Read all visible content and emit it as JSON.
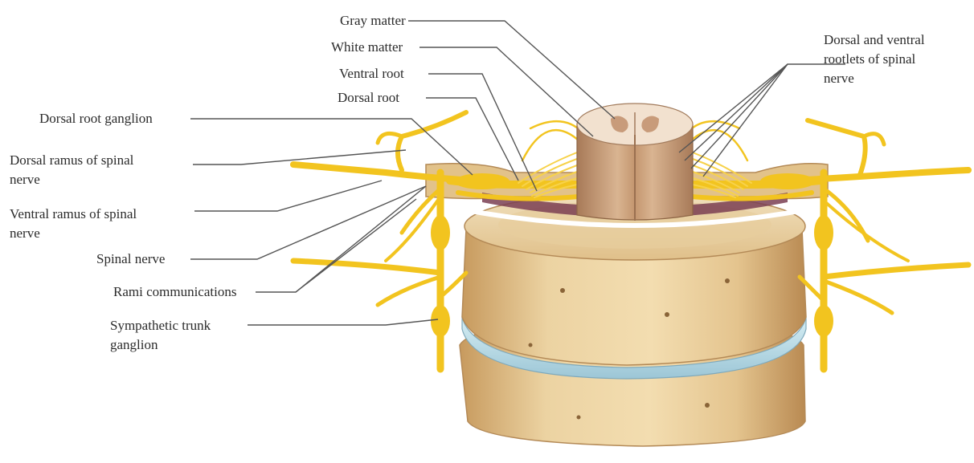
{
  "labels": {
    "gray_matter": "Gray matter",
    "white_matter": "White matter",
    "ventral_root": "Ventral root",
    "dorsal_root": "Dorsal root",
    "dorsal_root_ganglion": "Dorsal root ganglion",
    "dorsal_ramus_1": "Dorsal ramus of spinal",
    "dorsal_ramus_2": "nerve",
    "ventral_ramus_1": "Ventral ramus of spinal",
    "ventral_ramus_2": "nerve",
    "spinal_nerve": "Spinal nerve",
    "rami_communications": "Rami communications",
    "sympathetic_trunk_1": "Sympathetic trunk",
    "sympathetic_trunk_2": "ganglion",
    "rootlets_1": "Dorsal and ventral",
    "rootlets_2": "rootlets of spinal",
    "rootlets_3": "nerve"
  },
  "colors": {
    "bone": "#e9cf9c",
    "bone_shadow": "#c9a36a",
    "cord": "#c99f78",
    "nerve": "#f2c41f",
    "disc": "#b9dbe6",
    "leader": "#555555"
  }
}
